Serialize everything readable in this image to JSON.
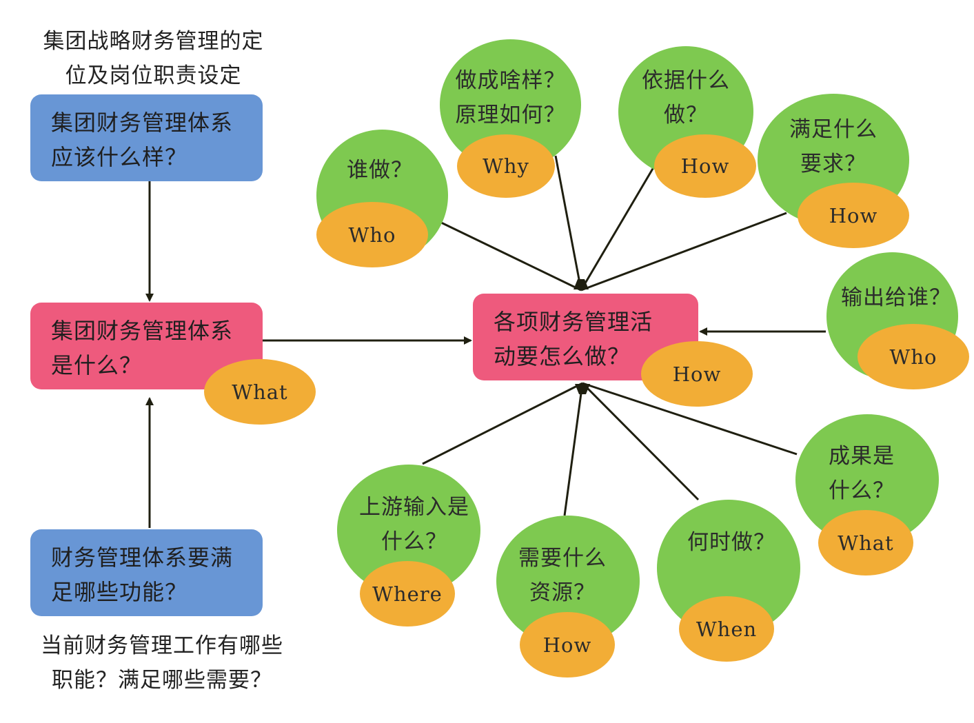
{
  "top_caption": [
    "集团战略财务管理的定",
    "位及岗位职责设定"
  ],
  "bottom_caption": [
    "当前财务管理工作有哪些",
    "职能？满足哪些需要？"
  ],
  "box_top": [
    "集团财务管理体系",
    "应该什么样？"
  ],
  "box_middle": [
    "集团财务管理体系",
    "是什么？"
  ],
  "box_bottom": [
    "财务管理体系要满",
    "足哪些功能？"
  ],
  "box_center": [
    "各项财务管理活",
    "动要怎么做？"
  ],
  "tags": {
    "middle": "What",
    "center": "How"
  },
  "nodes": [
    {
      "lines": [
        "谁做？"
      ],
      "tag": "Who"
    },
    {
      "lines": [
        "做成啥样？",
        "原理如何？"
      ],
      "tag": "Why"
    },
    {
      "lines": [
        "依据什么",
        "做？"
      ],
      "tag": "How"
    },
    {
      "lines": [
        "满足什么",
        "要求？"
      ],
      "tag": "How"
    },
    {
      "lines": [
        "输出给谁？"
      ],
      "tag": "Who"
    },
    {
      "lines": [
        "成果是",
        "什么？"
      ],
      "tag": "What"
    },
    {
      "lines": [
        "何时做？"
      ],
      "tag": "When"
    },
    {
      "lines": [
        "需要什么",
        "资源？"
      ],
      "tag": "How"
    },
    {
      "lines": [
        "上游输入是",
        "什么？"
      ],
      "tag": "Where"
    }
  ],
  "colors": {
    "blue_box": "#6896d5",
    "pink_box": "#ee5a7d",
    "green_circle": "#7ec950",
    "orange_tag": "#f2ad36",
    "arrow": "#1f1f10"
  }
}
